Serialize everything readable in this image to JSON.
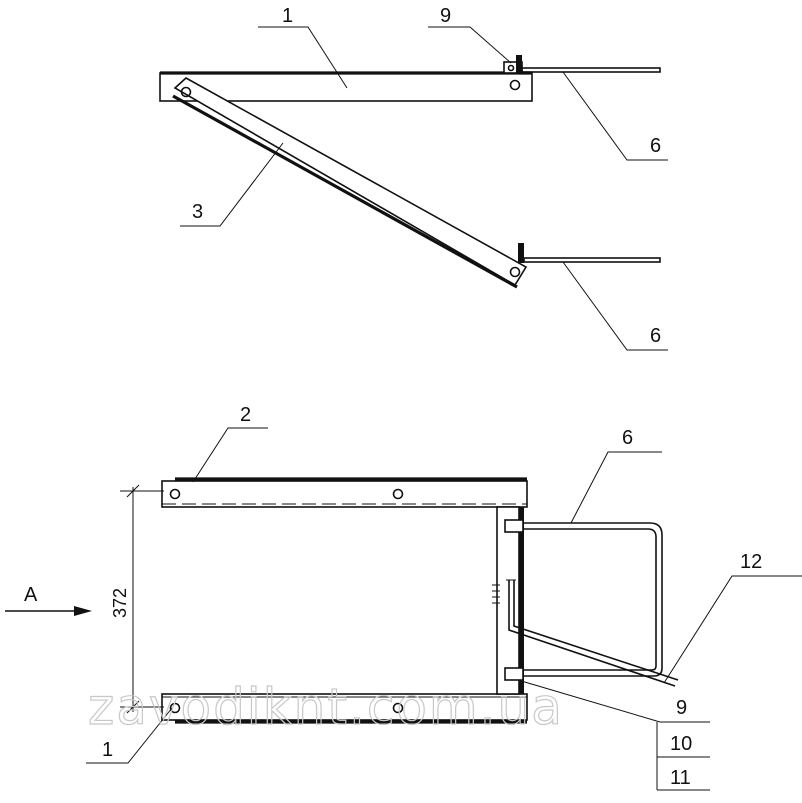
{
  "callouts": {
    "top_frame": "1",
    "top_bracket": "9",
    "top_rod_upper": "6",
    "top_strut": "3",
    "top_rod_lower": "6",
    "plan_rail_top": "2",
    "plan_handle": "6",
    "plan_lever": "12",
    "plan_bracket": "9",
    "plan_part_10": "10",
    "plan_part_11": "11",
    "plan_rail_bottom": "1"
  },
  "view_arrow_label": "A",
  "dimension_value": "372",
  "watermark": "zavodiknt.com.ua"
}
